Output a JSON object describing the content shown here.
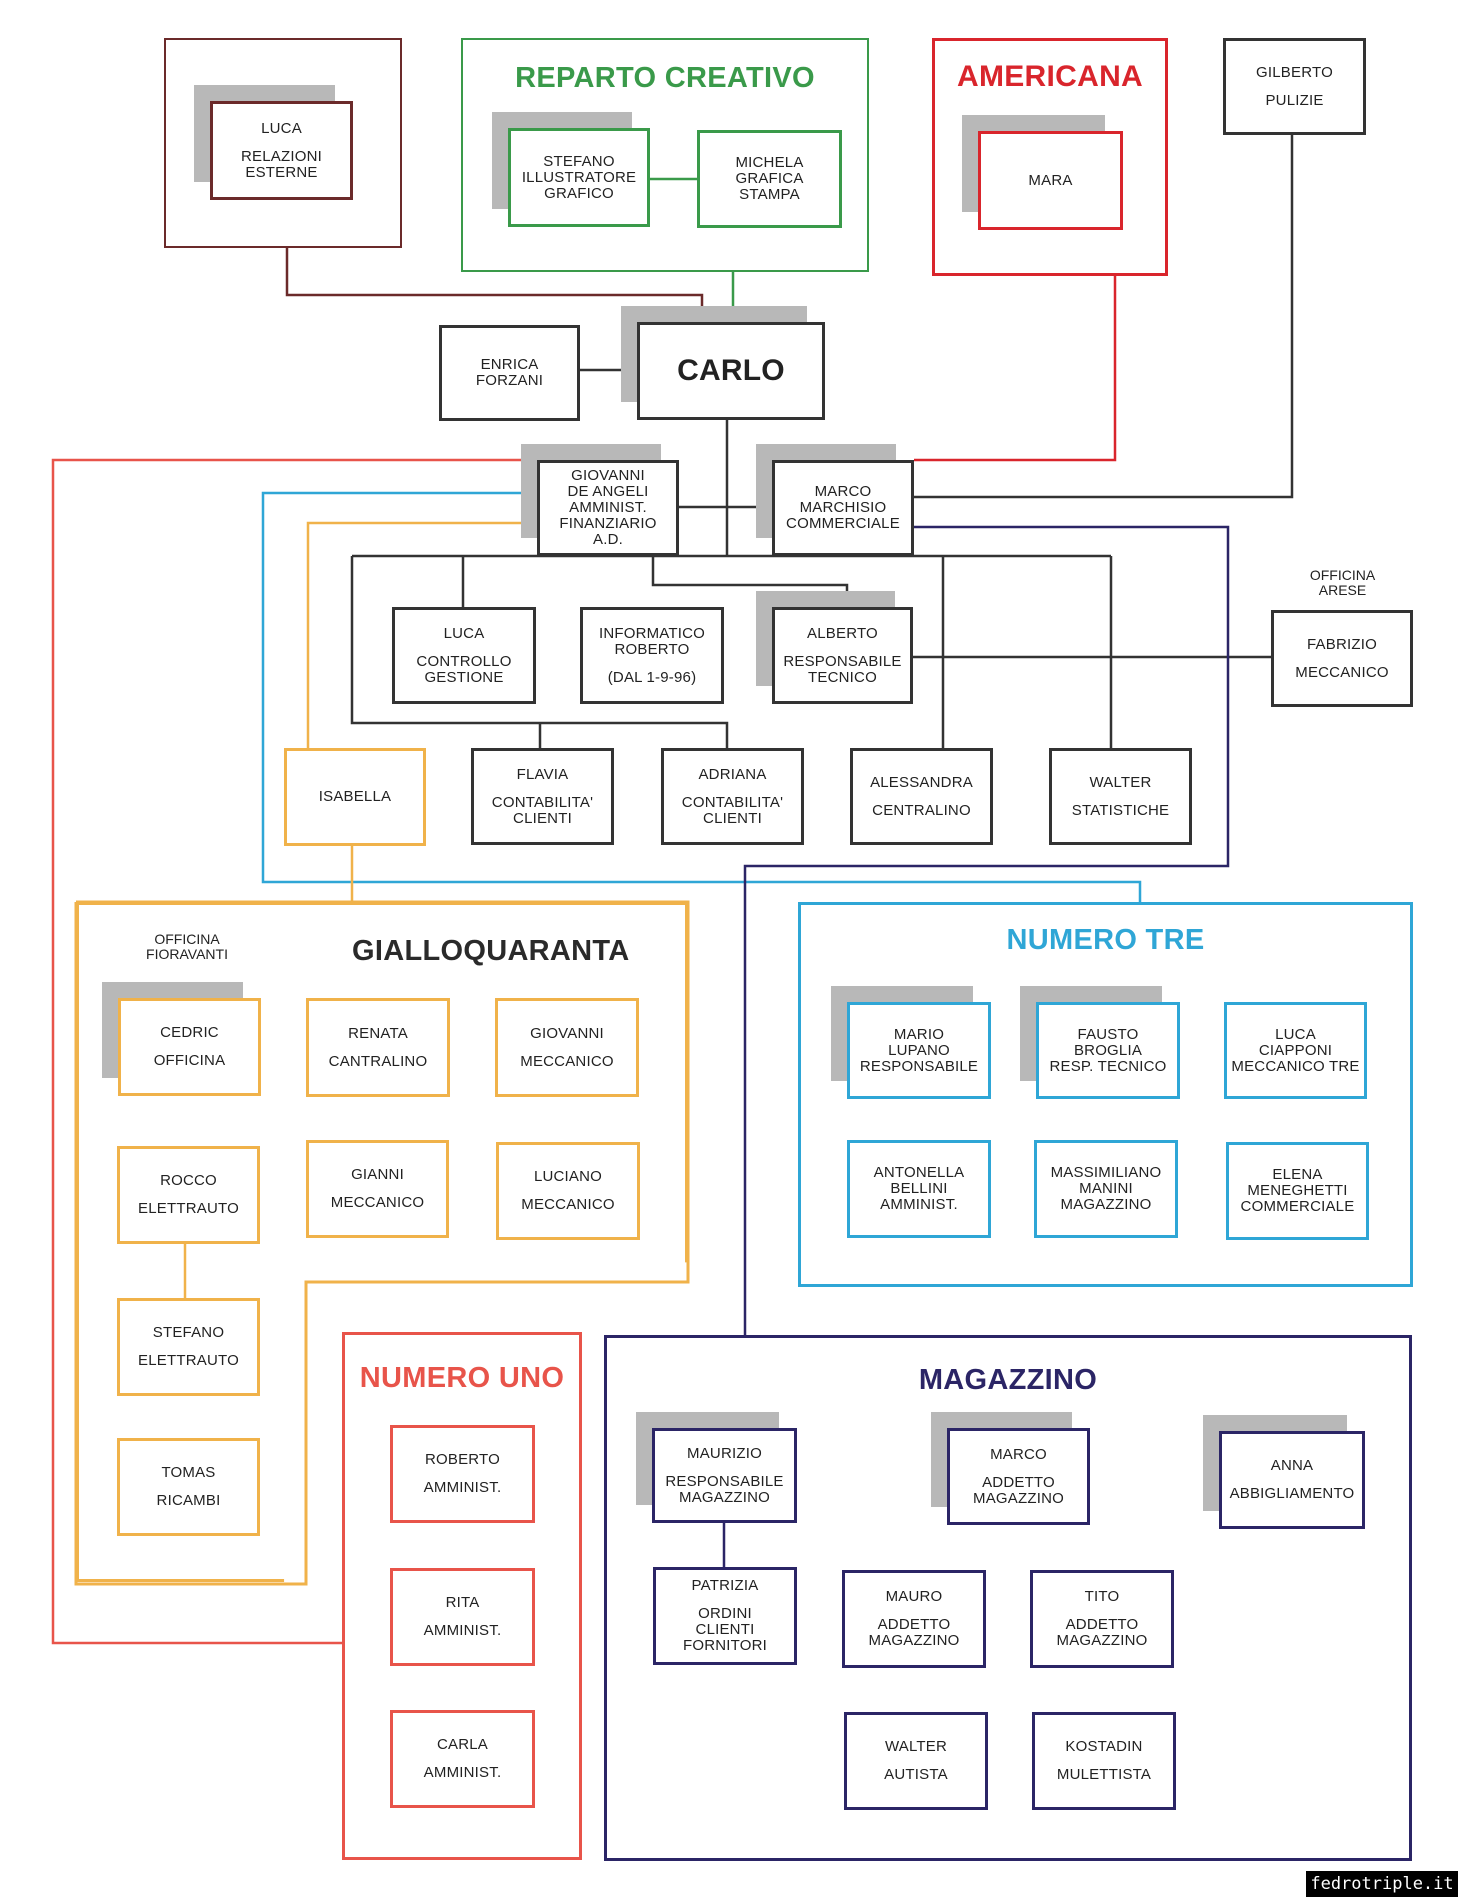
{
  "groups": {
    "esterne": {
      "title": "",
      "color": "#6b2a2a"
    },
    "creativo": {
      "title": "REPARTO CREATIVO",
      "color": "#3a9a4a"
    },
    "americana": {
      "title": "AMERICANA",
      "color": "#d9252c"
    },
    "giallo": {
      "title": "GIALLOQUARANTA",
      "color": "#f0b24a",
      "title_color": "#2a2a2a"
    },
    "tre": {
      "title": "NUMERO TRE",
      "color": "#2fa6d6"
    },
    "uno": {
      "title": "NUMERO UNO",
      "color": "#e8544a"
    },
    "magazzino": {
      "title": "MAGAZZINO",
      "color": "#2b2566"
    }
  },
  "nodes": {
    "luca_rel": {
      "lines": [
        "LUCA",
        "",
        "RELAZIONI",
        "ESTERNE"
      ]
    },
    "stefano_ill": {
      "lines": [
        "STEFANO",
        "ILLUSTRATORE",
        "GRAFICO"
      ]
    },
    "michela": {
      "lines": [
        "MICHELA",
        "GRAFICA",
        "STAMPA"
      ]
    },
    "mara": {
      "lines": [
        "MARA"
      ]
    },
    "gilberto": {
      "lines": [
        "GILBERTO",
        "",
        "PULIZIE"
      ]
    },
    "enrica": {
      "lines": [
        "ENRICA",
        "FORZANI"
      ]
    },
    "carlo": {
      "lines": [
        "CARLO"
      ]
    },
    "giovanni_ad": {
      "lines": [
        "GIOVANNI",
        "DE ANGELI",
        "AMMINIST.",
        "FINANZIARIO",
        "A.D."
      ]
    },
    "marco_comm": {
      "lines": [
        "MARCO",
        "MARCHISIO",
        "COMMERCIALE"
      ]
    },
    "luca_ctrl": {
      "lines": [
        "LUCA",
        "",
        "CONTROLLO",
        "GESTIONE"
      ]
    },
    "informatico": {
      "lines": [
        "INFORMATICO",
        "ROBERTO",
        "",
        "(DAL 1-9-96)"
      ]
    },
    "alberto": {
      "lines": [
        "ALBERTO",
        "",
        "RESPONSABILE",
        "TECNICO"
      ]
    },
    "fabrizio": {
      "lines": [
        "FABRIZIO",
        "",
        "MECCANICO"
      ]
    },
    "isabella": {
      "lines": [
        "ISABELLA"
      ]
    },
    "flavia": {
      "lines": [
        "FLAVIA",
        "",
        "CONTABILITA'",
        "CLIENTI"
      ]
    },
    "adriana": {
      "lines": [
        "ADRIANA",
        "",
        "CONTABILITA'",
        "CLIENTI"
      ]
    },
    "alessandra": {
      "lines": [
        "ALESSANDRA",
        "",
        "CENTRALINO"
      ]
    },
    "walter_stat": {
      "lines": [
        "WALTER",
        "",
        "STATISTICHE"
      ]
    },
    "cedric": {
      "lines": [
        "CEDRIC",
        "",
        "OFFICINA"
      ]
    },
    "renata": {
      "lines": [
        "RENATA",
        "",
        "CANTRALINO"
      ]
    },
    "giovanni_mec": {
      "lines": [
        "GIOVANNI",
        "",
        "MECCANICO"
      ]
    },
    "rocco": {
      "lines": [
        "ROCCO",
        "",
        "ELETTRAUTO"
      ]
    },
    "gianni": {
      "lines": [
        "GIANNI",
        "",
        "MECCANICO"
      ]
    },
    "luciano": {
      "lines": [
        "LUCIANO",
        "",
        "MECCANICO"
      ]
    },
    "stefano_el": {
      "lines": [
        "STEFANO",
        "",
        "ELETTRAUTO"
      ]
    },
    "tomas": {
      "lines": [
        "TOMAS",
        "",
        "RICAMBI"
      ]
    },
    "mario": {
      "lines": [
        "MARIO",
        "LUPANO",
        "RESPONSABILE"
      ]
    },
    "fausto": {
      "lines": [
        "FAUSTO",
        "BROGLIA",
        "RESP. TECNICO"
      ]
    },
    "luca_ciap": {
      "lines": [
        "LUCA",
        "CIAPPONI",
        "MECCANICO TRE"
      ]
    },
    "antonella": {
      "lines": [
        "ANTONELLA",
        "BELLINI",
        "AMMINIST."
      ]
    },
    "massimiliano": {
      "lines": [
        "MASSIMILIANO",
        "MANINI",
        "MAGAZZINO"
      ]
    },
    "elena": {
      "lines": [
        "ELENA",
        "MENEGHETTI",
        "COMMERCIALE"
      ]
    },
    "roberto_am": {
      "lines": [
        "ROBERTO",
        "",
        "AMMINIST."
      ]
    },
    "rita": {
      "lines": [
        "RITA",
        "",
        "AMMINIST."
      ]
    },
    "carla": {
      "lines": [
        "CARLA",
        "",
        "AMMINIST."
      ]
    },
    "maurizio": {
      "lines": [
        "MAURIZIO",
        "",
        "RESPONSABILE",
        "MAGAZZINO"
      ]
    },
    "marco_mag": {
      "lines": [
        "MARCO",
        "",
        "ADDETTO",
        "MAGAZZINO"
      ]
    },
    "anna": {
      "lines": [
        "ANNA",
        "",
        "ABBIGLIAMENTO"
      ]
    },
    "patrizia": {
      "lines": [
        "PATRIZIA",
        "",
        "ORDINI",
        "CLIENTI",
        "FORNITORI"
      ]
    },
    "mauro": {
      "lines": [
        "MAURO",
        "",
        "ADDETTO",
        "MAGAZZINO"
      ]
    },
    "tito": {
      "lines": [
        "TITO",
        "",
        "ADDETTO",
        "MAGAZZINO"
      ]
    },
    "walter_aut": {
      "lines": [
        "WALTER",
        "",
        "AUTISTA"
      ]
    },
    "kostadin": {
      "lines": [
        "KOSTADIN",
        "",
        "MULETTISTA"
      ]
    }
  },
  "labels": {
    "officina_arese": "OFFICINA\nARESE",
    "officina_fioravanti": "OFFICINA\nFIORAVANTI"
  },
  "watermark": "fedrotriple.it"
}
